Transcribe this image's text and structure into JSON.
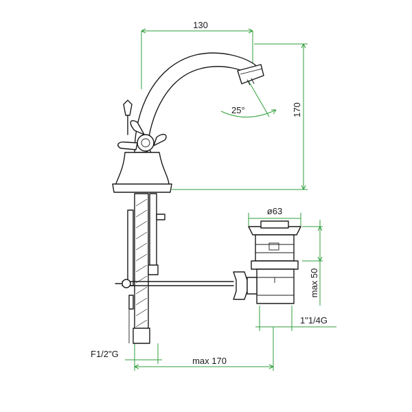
{
  "dimensions": {
    "spout_reach": "130",
    "height": "170",
    "angle": "25°",
    "waste_diameter": "ø63",
    "waste_height": "max 50",
    "waste_thread": "1\"1/4G",
    "hose_thread": "F1/2\"G",
    "hose_length": "max 170"
  },
  "colors": {
    "dimension_lines": "#2e9e3a",
    "outline": "#1a1a1a"
  }
}
